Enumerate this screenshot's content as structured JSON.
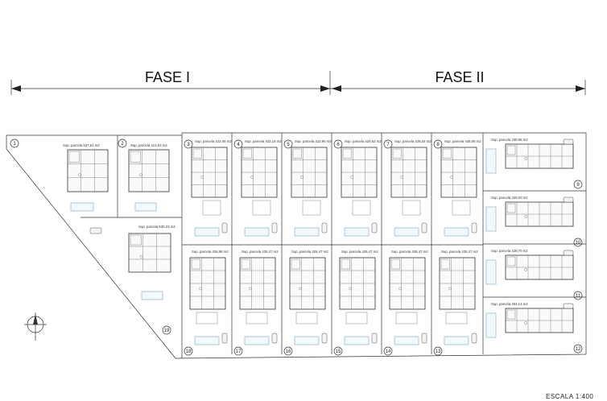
{
  "title_fase1": "FASE I",
  "title_fase2": "FASE II",
  "scale_label": "ESCALA  1:400",
  "lots": [
    {
      "num": "1",
      "sup": "Sup. parcela 537,81 m2"
    },
    {
      "num": "2",
      "sup": "Sup. parcela 414,83 m2"
    },
    {
      "num": "3",
      "sup": "Sup. parcela 422,46 m2"
    },
    {
      "num": "4",
      "sup": "Sup. parcela 423,18 m2"
    },
    {
      "num": "5",
      "sup": "Sup. parcela 423,90 m2"
    },
    {
      "num": "6",
      "sup": "Sup. parcela 424,62 m2"
    },
    {
      "num": "7",
      "sup": "Sup. parcela 425,34 m2"
    },
    {
      "num": "8",
      "sup": "Sup. parcela 426,06 m2"
    },
    {
      "num": "9",
      "sup": "Sup. parcela 439,96 m2"
    },
    {
      "num": "10",
      "sup": "Sup. parcela 425,00 m2"
    },
    {
      "num": "11",
      "sup": "Sup. parcela 425,70 m2"
    },
    {
      "num": "12",
      "sup": "Sup. parcela 404,13 m2"
    },
    {
      "num": "13",
      "sup": "Sup. parcela 426,47 m2"
    },
    {
      "num": "14",
      "sup": "Sup. parcela 426,47 m2"
    },
    {
      "num": "15",
      "sup": "Sup. parcela 426,47 m2"
    },
    {
      "num": "16",
      "sup": "Sup. parcela 426,47 m2"
    },
    {
      "num": "17",
      "sup": "Sup. parcela 426,47 m2"
    },
    {
      "num": "18",
      "sup": "Sup. parcela 426,96 m2"
    },
    {
      "num": "19",
      "sup": "Sup. parcela 630,23 m2"
    }
  ]
}
